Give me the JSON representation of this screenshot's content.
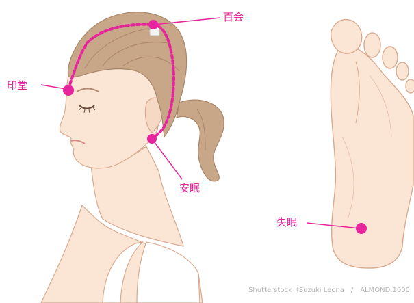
{
  "points": {
    "baihui": "百会",
    "yintang": "印堂",
    "anmian": "安眠",
    "shitsumin": "失眠"
  },
  "credit": "Shutterstock（Suzuki Leona　/　ALMOND.1000",
  "colors": {
    "accent": "#e6249b",
    "skin": "#fbe6d6",
    "skin_line": "#d9a98e",
    "hair": "#c8a688",
    "hair_line": "#a9866a"
  }
}
